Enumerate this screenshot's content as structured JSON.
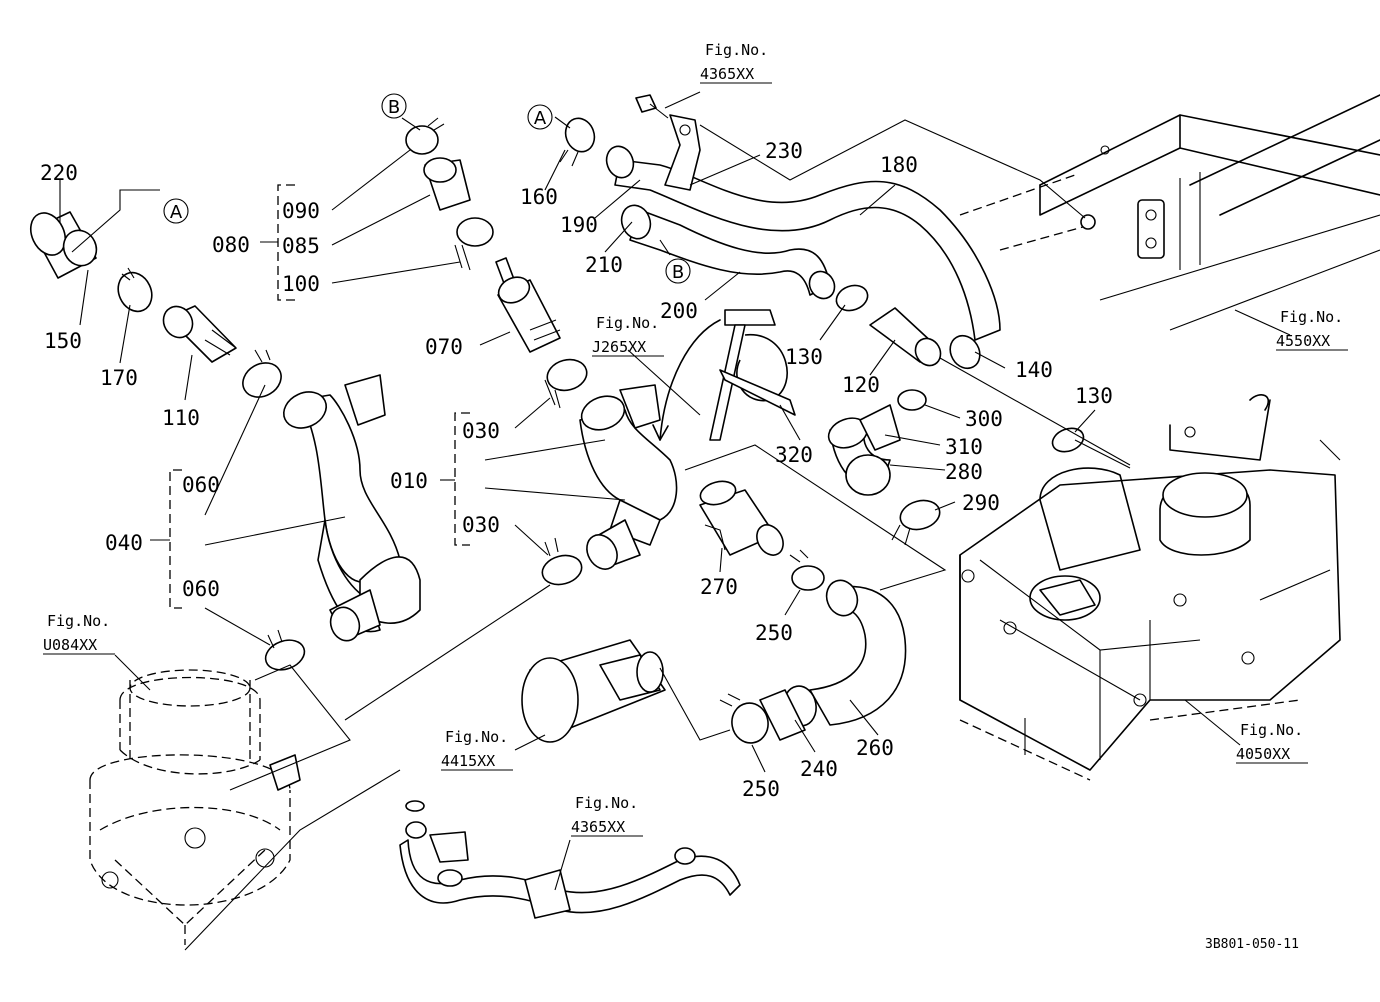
{
  "figure_refs": [
    {
      "label": "Fig.No.",
      "code": "4365XX",
      "id": "top"
    },
    {
      "label": "Fig.No.",
      "code": "J265XX",
      "id": "mid"
    },
    {
      "label": "Fig.No.",
      "code": "4550XX",
      "id": "right"
    },
    {
      "label": "Fig.No.",
      "code": "U084XX",
      "id": "left"
    },
    {
      "label": "Fig.No.",
      "code": "4415XX",
      "id": "bottom-left"
    },
    {
      "label": "Fig.No.",
      "code": "4365XX",
      "id": "bottom"
    },
    {
      "label": "Fig.No.",
      "code": "4050XX",
      "id": "bottom-right"
    }
  ],
  "callouts": {
    "a_left": "A",
    "b_top": "B",
    "a_top": "A",
    "b_mid": "B"
  },
  "parts": {
    "p220": "220",
    "p150": "150",
    "p170": "170",
    "p110": "110",
    "p060a": "060",
    "p040": "040",
    "p060b": "060",
    "p090": "090",
    "p085": "085",
    "p080": "080",
    "p100": "100",
    "p070": "070",
    "p030a": "030",
    "p010": "010",
    "p030b": "030",
    "p160": "160",
    "p190": "190",
    "p230": "230",
    "p180": "180",
    "p210": "210",
    "p200": "200",
    "p130a": "130",
    "p120": "120",
    "p140": "140",
    "p130b": "130",
    "p300": "300",
    "p310": "310",
    "p280": "280",
    "p290": "290",
    "p320": "320",
    "p270": "270",
    "p250a": "250",
    "p260": "260",
    "p240": "240",
    "p250b": "250"
  },
  "drawing_code": "3B801-050-11"
}
